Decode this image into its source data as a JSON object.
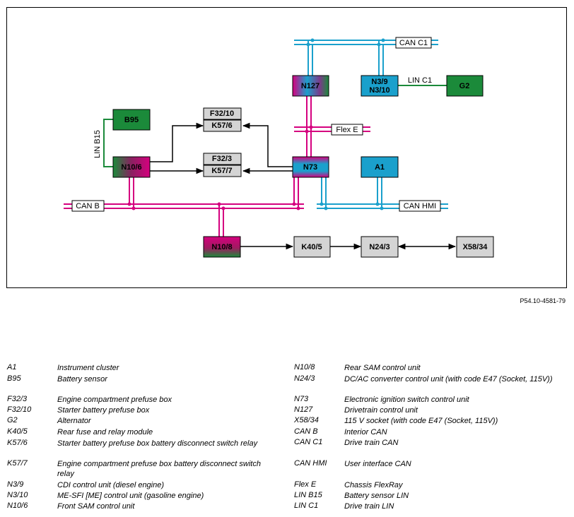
{
  "figure_ref": "P54.10-4581-79",
  "colors": {
    "can_bus": "#d5007f",
    "can_c1_bus": "#1aa0cc",
    "lin_bus": "#1b8a3a",
    "green_unit": "#1b8a3a",
    "grey_unit": "#d4d4d4",
    "magenta_unit": "#d5007f",
    "cyan_unit": "#1aa0cc"
  },
  "components": {
    "b95": "B95",
    "g2": "G2",
    "f32_10": "F32/10",
    "k57_6": "K57/6",
    "f32_3": "F32/3",
    "k57_7": "K57/7",
    "n10_6": "N10/6",
    "n73": "N73",
    "a1": "A1",
    "n127": "N127",
    "n3_9": "N3/9",
    "n3_10": "N3/10",
    "n10_8": "N10/8",
    "k40_5": "K40/5",
    "n24_3": "N24/3",
    "x58_34": "X58/34"
  },
  "buses": {
    "can_c1": "CAN C1",
    "lin_c1": "LIN C1",
    "flex_e": "Flex E",
    "lin_b15": "LIN B15",
    "can_b": "CAN B",
    "can_hmi": "CAN HMI"
  },
  "legend_left": [
    {
      "code": "A1",
      "desc": "Instrument cluster"
    },
    {
      "code": "B95",
      "desc": "Battery sensor"
    },
    {
      "code": "F32/3",
      "desc": "Engine compartment prefuse box"
    },
    {
      "code": "F32/10",
      "desc": "Starter battery prefuse box"
    },
    {
      "code": "G2",
      "desc": "Alternator"
    },
    {
      "code": "K40/5",
      "desc": "Rear fuse and relay module"
    },
    {
      "code": "K57/6",
      "desc": "Starter battery prefuse box battery disconnect switch relay"
    },
    {
      "code": "K57/7",
      "desc": "Engine compartment prefuse box battery disconnect switch relay"
    },
    {
      "code": "N3/9",
      "desc": "CDI control unit (diesel engine)"
    },
    {
      "code": "N3/10",
      "desc": "ME-SFI [ME] control unit (gasoline engine)"
    },
    {
      "code": "N10/6",
      "desc": "Front SAM control unit"
    }
  ],
  "legend_right": [
    {
      "code": "N10/8",
      "desc": "Rear SAM control unit"
    },
    {
      "code": "N24/3",
      "desc": "DC/AC converter control unit (with code E47 (Socket, 115V))"
    },
    {
      "code": "N73",
      "desc": "Electronic ignition switch control unit"
    },
    {
      "code": "N127",
      "desc": "Drivetrain control unit"
    },
    {
      "code": "X58/34",
      "desc": "115 V socket (with code E47 (Socket, 115V))"
    },
    {
      "code": "CAN B",
      "desc": "Interior CAN"
    },
    {
      "code": "CAN C1",
      "desc": "Drive train CAN"
    },
    {
      "code": "CAN HMI",
      "desc": "User interface CAN"
    },
    {
      "code": "Flex E",
      "desc": "Chassis FlexRay"
    },
    {
      "code": "LIN B15",
      "desc": "Battery sensor LIN"
    },
    {
      "code": "LIN C1",
      "desc": "Drive train LIN"
    }
  ]
}
